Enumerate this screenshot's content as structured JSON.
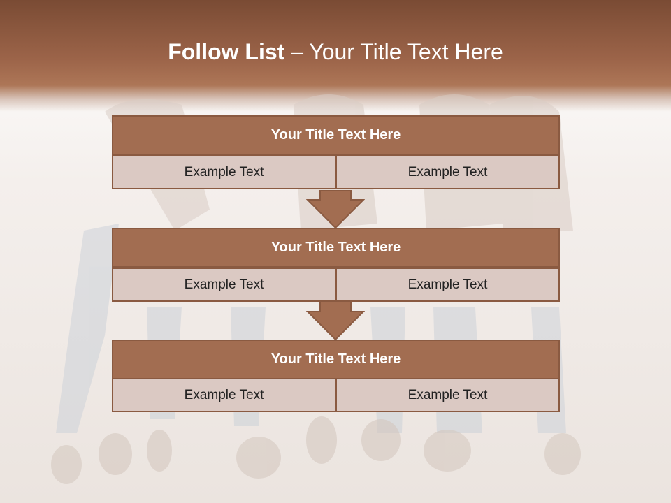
{
  "slide": {
    "title_bold": "Follow List",
    "title_rest": " – Your Title Text Here",
    "rows": [
      {
        "title": "Your Title Text Here",
        "left": "Example Text",
        "right": "Example Text"
      },
      {
        "title": "Your Title Text Here",
        "left": "Example Text",
        "right": "Example Text"
      },
      {
        "title": "Your Title Text Here",
        "left": "Example Text",
        "right": "Example Text"
      }
    ]
  },
  "colors": {
    "band": "#9c6449",
    "row_title_bg": "#a26d51",
    "cell_bg": "#dbc9c3",
    "border": "#8a5a41"
  },
  "icons": [
    "arrow-down-icon"
  ]
}
